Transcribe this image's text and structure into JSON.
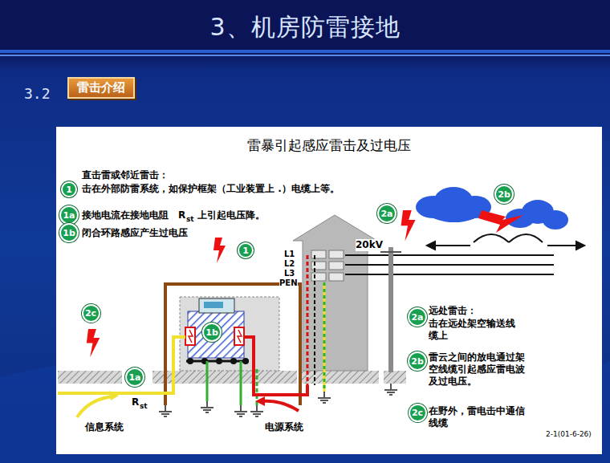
{
  "diagram": {
    "title": "3、机房防雷接地",
    "nodes": [
      {
        "text": [
          "雷击介绍"
        ]
      },
      {
        "text": [
          "雷暴引起感应雷击及过电压"
        ]
      },
      {
        "text": [
          "1"
        ],
        "in": 1
      },
      {
        "text": [
          "1a"
        ],
        "in": 1
      },
      {
        "text": [
          "1b"
        ],
        "in": 1
      },
      {
        "text": [
          "2b"
        ],
        "in": 1
      },
      {
        "text": [
          "2a"
        ],
        "in": 1
      },
      {
        "text": [
          "1"
        ],
        "in": 1
      },
      {
        "text": [
          "2c"
        ],
        "in": 1
      },
      {
        "text": [
          "2a"
        ],
        "in": 1
      },
      {
        "text": [
          "1b"
        ],
        "in": 1
      },
      {
        "text": [
          "2b"
        ],
        "in": 1
      },
      {
        "text": [
          "1a"
        ],
        "in": 1
      },
      {
        "text": [
          "2c"
        ],
        "in": 1
      }
    ],
    "labels": [
      "3.2",
      "直击雷或邻近雷击：",
      "击在外部防雷系统，如保护框架（工业装置上 .）电缆上等。",
      "接地电流在接地电阻",
      "R",
      "st",
      "上引起电压降。",
      "闭合环路感应产生过电压",
      "L1",
      "L2",
      "L3",
      "PEN",
      "20kV",
      "远处雷击：",
      "击在远处架空输送线缆上",
      "雷云之间的放电通过架空线缆引起感应雷电波及过电压。",
      "在野外，雷电击中通信线缆",
      "R",
      "st",
      "信息系统",
      "电源系统",
      "2-1(01-6-26)"
    ]
  }
}
